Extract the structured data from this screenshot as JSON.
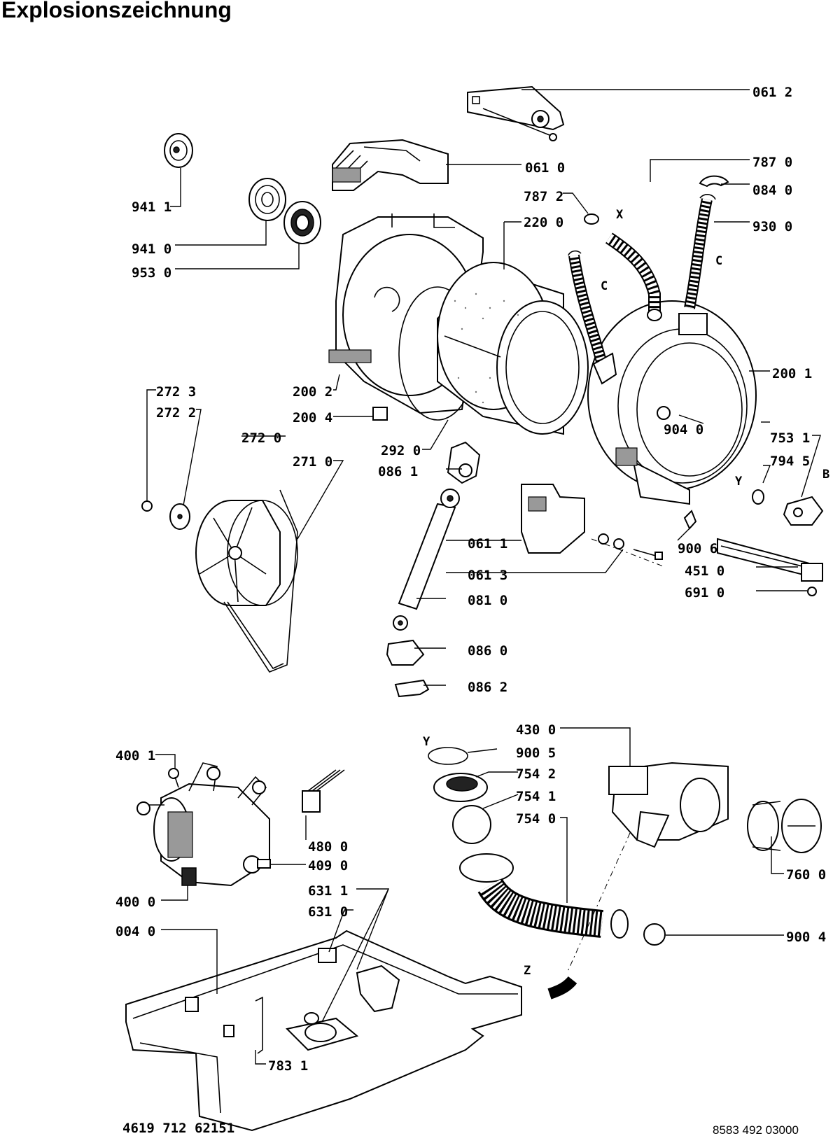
{
  "title": "Explosionszeichnung",
  "footer_left": "4619 712 62151",
  "footer_right": "8583 492 03000",
  "labels": {
    "l0612": "061 2",
    "l0610": "061 0",
    "l7870": "787 0",
    "l7872": "787 2",
    "l0840": "084 0",
    "l2200": "220 0",
    "l9300": "930 0",
    "l9411": "941 1",
    "l9410": "941 0",
    "l9530": "953 0",
    "l2002": "200 2",
    "l2001": "200 1",
    "l2723": "272 3",
    "l2722": "272 2",
    "l2004": "200 4",
    "l9040": "904 0",
    "l7531": "753 1",
    "l2720": "272 0",
    "l2920": "292 0",
    "l7945": "794 5",
    "l2710": "271 0",
    "l0861": "086 1",
    "l0611": "061 1",
    "l9006": "900 6",
    "l4510": "451 0",
    "l0613": "061 3",
    "l6910": "691 0",
    "l0810": "081 0",
    "l0860": "086 0",
    "l0862": "086 2",
    "l4300": "430 0",
    "l4001": "400 1",
    "l9005": "900 5",
    "l7542": "754 2",
    "l7541": "754 1",
    "l7540": "754 0",
    "l4800": "480 0",
    "l4090": "409 0",
    "l7600": "760 0",
    "l4000": "400 0",
    "l6311": "631 1",
    "l6310": "631 0",
    "l0040": "004 0",
    "l9004": "900 4",
    "l7831": "783 1"
  },
  "markers": {
    "x": "X",
    "c1": "C",
    "c2": "C",
    "y1": "Y",
    "y2": "Y",
    "b": "B",
    "z": "Z"
  }
}
